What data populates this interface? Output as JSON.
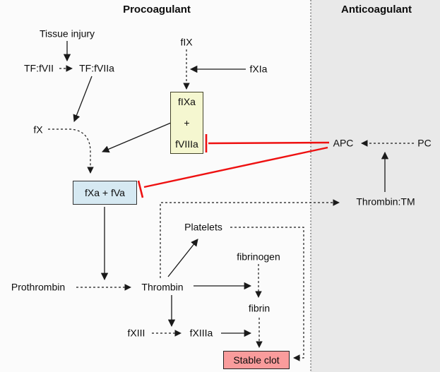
{
  "headers": {
    "procoagulant": "Procoagulant",
    "anticoagulant": "Anticoagulant"
  },
  "nodes": {
    "tissue_injury": {
      "label": "Tissue injury"
    },
    "tf_fvii": {
      "label": "TF:fVII"
    },
    "tf_fviia": {
      "label": "TF:fVIIa"
    },
    "fix": {
      "label": "fIX"
    },
    "fxia": {
      "label": "fXIa"
    },
    "fx": {
      "label": "fX"
    },
    "apc": {
      "label": "APC"
    },
    "pc": {
      "label": "PC"
    },
    "thrombin_tm": {
      "label": "Thrombin:TM"
    },
    "prothrombin": {
      "label": "Prothrombin"
    },
    "thrombin": {
      "label": "Thrombin"
    },
    "platelets": {
      "label": "Platelets"
    },
    "fibrinogen": {
      "label": "fibrinogen"
    },
    "fibrin": {
      "label": "fibrin"
    },
    "fxiii": {
      "label": "fXIII"
    },
    "fxiiia": {
      "label": "fXIIIa"
    }
  },
  "boxes": {
    "fixa_fviiia": {
      "line1": "fIXa",
      "line2": "+",
      "line3": "fVIIIa",
      "fill": "#f5f7d0"
    },
    "fxa_fva": {
      "label": "fXa + fVa",
      "fill": "#d6e9f2"
    },
    "stable_clot": {
      "label": "Stable clot",
      "fill": "#f99c9c"
    }
  },
  "colors": {
    "background_left": "#fbfbfb",
    "background_right": "#e9e9e9",
    "line": "#1a1a1a",
    "inhibit_red": "#ee1111"
  },
  "edges": [
    {
      "from": "Tissue injury",
      "to": "TF:fVIIa formation",
      "style": "solid",
      "kind": "activates"
    },
    {
      "from": "TF:fVII",
      "to": "TF:fVIIa",
      "style": "dashed",
      "kind": "converts"
    },
    {
      "from": "TF:fVIIa",
      "to": "fX activation",
      "style": "solid",
      "kind": "catalyzes"
    },
    {
      "from": "fXIa",
      "to": "fIX activation",
      "style": "solid",
      "kind": "catalyzes"
    },
    {
      "from": "fIX",
      "to": "fIXa + fVIIIa",
      "style": "dashed",
      "kind": "converts"
    },
    {
      "from": "fIXa + fVIIIa",
      "to": "fX activation",
      "style": "solid",
      "kind": "catalyzes"
    },
    {
      "from": "fX",
      "to": "fXa + fVa",
      "style": "dashed",
      "kind": "converts"
    },
    {
      "from": "fXa + fVa",
      "to": "prothrombin activation",
      "style": "solid",
      "kind": "catalyzes"
    },
    {
      "from": "Prothrombin",
      "to": "Thrombin",
      "style": "dashed",
      "kind": "converts"
    },
    {
      "from": "Thrombin",
      "to": "Platelets",
      "style": "solid",
      "kind": "activates"
    },
    {
      "from": "Thrombin",
      "to": "fibrinogen-to-fibrin",
      "style": "solid",
      "kind": "catalyzes"
    },
    {
      "from": "fibrinogen",
      "to": "fibrin",
      "style": "dashed",
      "kind": "converts"
    },
    {
      "from": "Thrombin",
      "to": "fXIII activation",
      "style": "solid",
      "kind": "catalyzes"
    },
    {
      "from": "fXIII",
      "to": "fXIIIa",
      "style": "dashed",
      "kind": "converts"
    },
    {
      "from": "fXIIIa",
      "to": "fibrin-to-clot",
      "style": "solid",
      "kind": "catalyzes"
    },
    {
      "from": "fibrin",
      "to": "Stable clot",
      "style": "dashed",
      "kind": "converts"
    },
    {
      "from": "Thrombin",
      "to": "Thrombin:TM",
      "style": "dashed",
      "kind": "converts"
    },
    {
      "from": "Platelets",
      "to": "Stable clot",
      "style": "dashed",
      "kind": "contributes"
    },
    {
      "from": "PC",
      "to": "APC",
      "style": "dashed",
      "kind": "converts"
    },
    {
      "from": "Thrombin:TM",
      "to": "PC activation",
      "style": "solid",
      "kind": "catalyzes"
    },
    {
      "from": "APC",
      "to": "fVIIIa",
      "style": "solid-red",
      "kind": "inhibits"
    },
    {
      "from": "APC",
      "to": "fXa + fVa",
      "style": "solid-red",
      "kind": "inhibits"
    }
  ]
}
